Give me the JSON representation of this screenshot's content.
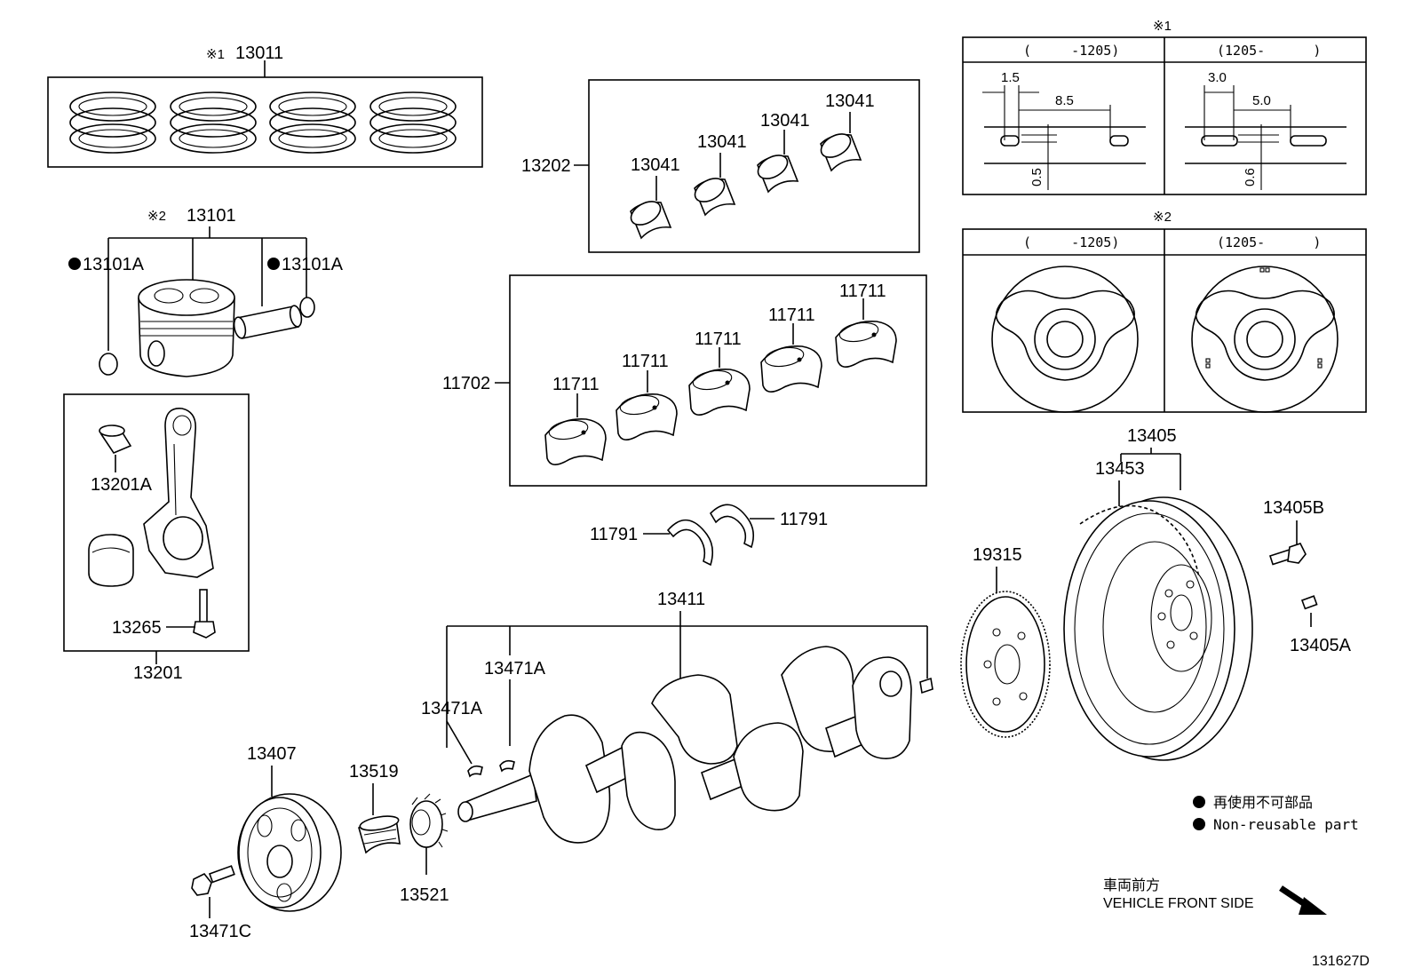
{
  "labels": {
    "ring_set": "13011",
    "ring_note": "※1",
    "piston_sub": "13101",
    "piston_note": "※2",
    "snap_ring_left": "13101A",
    "snap_ring_right": "13101A",
    "rod_set": "13201",
    "rod_bushing": "13201A",
    "rod_bolt": "13265",
    "rod_bearing_set": "13202",
    "rod_bearing": "13041",
    "main_bearing_set": "11702",
    "main_bearing": "11711",
    "thrust_washer": "11791",
    "crankshaft": "13411",
    "crank_key": "13471A",
    "crank_pulley": "13407",
    "crank_pulley_bolt": "13471C",
    "timing_gear_key": "13519",
    "crank_timing_gear": "13521",
    "signal_rotor": "19315",
    "flywheel": "13405",
    "ring_gear": "13453",
    "flywheel_bolt": "13405B",
    "flywheel_pin": "13405A",
    "figure_id": "131627D"
  },
  "detail1": {
    "mark": "※1",
    "col1_header": "(     -1205)",
    "col2_header": "(1205-      )",
    "col1_dims": [
      "1.5",
      "8.5",
      "0.5"
    ],
    "col2_dims": [
      "3.0",
      "5.0",
      "0.6"
    ]
  },
  "detail2": {
    "mark": "※2",
    "col1_header": "(     -1205)",
    "col2_header": "(1205-      )"
  },
  "legend": {
    "jp": "再使用不可部品",
    "en": "Non-reusable part"
  },
  "front": {
    "jp": "車両前方",
    "en": "VEHICLE FRONT SIDE"
  }
}
